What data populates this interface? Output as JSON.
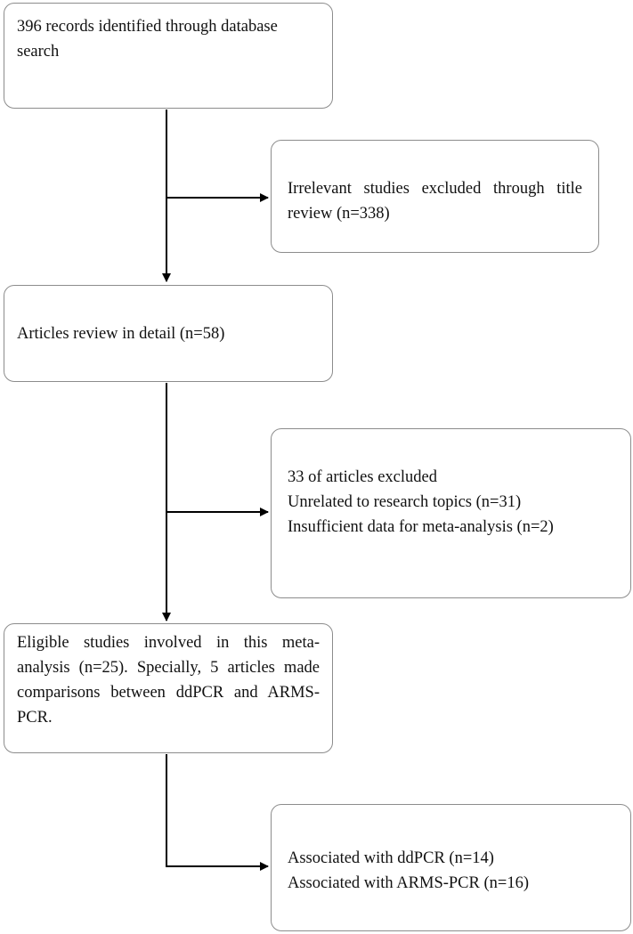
{
  "flowchart": {
    "box_identified": {
      "text": "396 records identified through database search"
    },
    "box_excluded_title": {
      "text": "Irrelevant studies excluded through title review (n=338)"
    },
    "box_review": {
      "text": "Articles review in detail (n=58)"
    },
    "box_excluded_articles": {
      "lines": [
        "33 of articles excluded",
        "Unrelated to research topics (n=31)",
        "Insufficient data for meta-analysis (n=2)"
      ]
    },
    "box_eligible": {
      "text": "Eligible studies involved in this meta-analysis (n=25). Specially, 5 articles made comparisons between ddPCR and ARMS-PCR."
    },
    "box_associated": {
      "lines": [
        "Associated with ddPCR (n=14)",
        "Associated with ARMS-PCR (n=16)"
      ]
    },
    "colors": {
      "border": "#8c8c8c",
      "arrow": "#000000",
      "text": "#111111"
    }
  }
}
